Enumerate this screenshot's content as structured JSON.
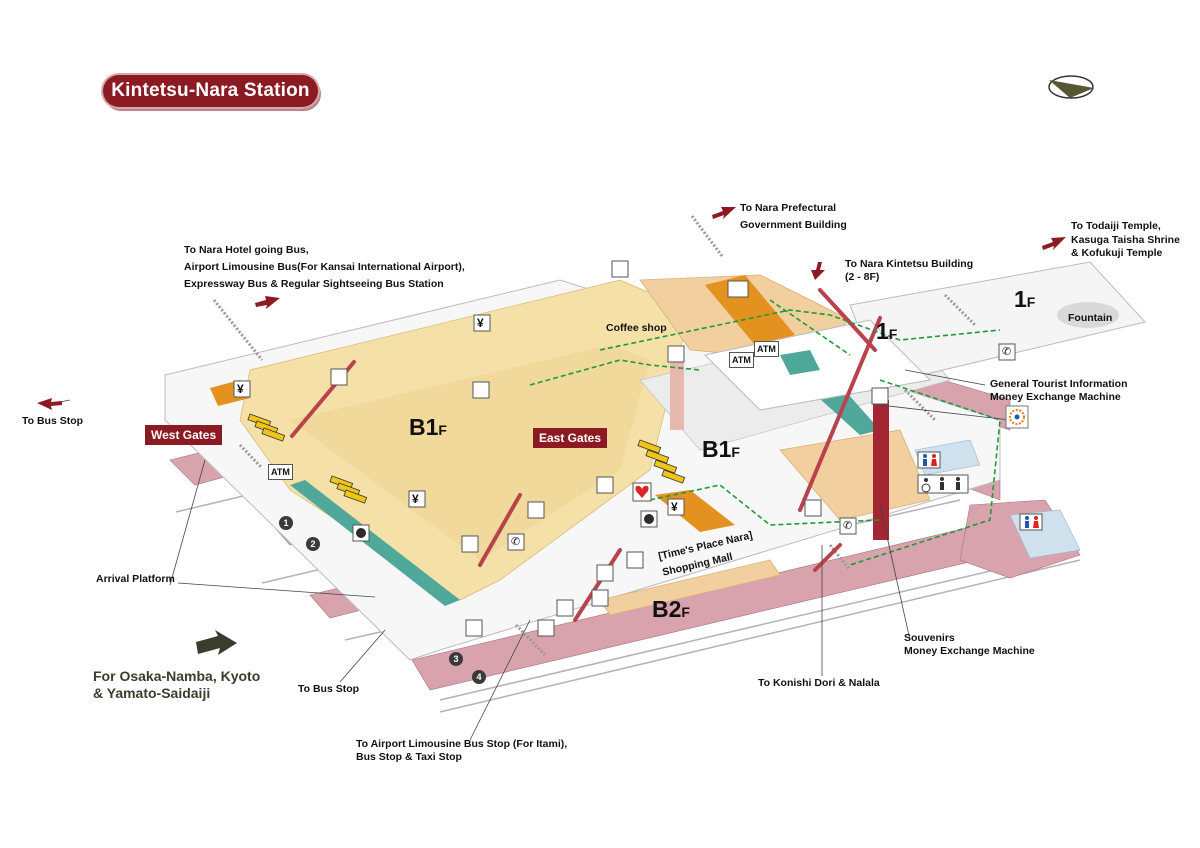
{
  "title": "Kintetsu-Nara Station",
  "floors": {
    "b1_west": {
      "main": "B1",
      "suffix": "F"
    },
    "b1_east": {
      "main": "B1",
      "suffix": "F"
    },
    "b2": {
      "main": "B2",
      "suffix": "F"
    },
    "f1_center": {
      "main": "1",
      "suffix": "F"
    },
    "f1_right": {
      "main": "1",
      "suffix": "F"
    }
  },
  "gates": {
    "west": "West Gates",
    "east": "East Gates"
  },
  "labels": {
    "to_bus_stop_left": "To Bus Stop",
    "nara_hotel_1": "To Nara Hotel going Bus,",
    "nara_hotel_2": "Airport Limousine Bus(For Kansai International Airport),",
    "nara_hotel_3": "Expressway Bus & Regular Sightseeing Bus Station",
    "pref_1": "To Nara Prefectural",
    "pref_2": "Government Building",
    "kintetsu_bldg_1": "To Nara Kintetsu Building",
    "kintetsu_bldg_2": "(2 - 8F)",
    "todaiji_1": "To Todaiji Temple,",
    "todaiji_2": "Kasuga Taisha Shrine",
    "todaiji_3": "& Kofukuji Temple",
    "fountain": "Fountain",
    "coffee_shop": "Coffee shop",
    "tourist_info_1": "General Tourist Information",
    "tourist_info_2": "Money Exchange Machine",
    "times_place_1": "[Time's Place Nara]",
    "times_place_2": "Shopping Mall",
    "arrival_platform": "Arrival Platform",
    "to_bus_stop_bottom": "To Bus Stop",
    "airport_limo_1": "To Airport Limousine Bus Stop (For Itami),",
    "airport_limo_2": "Bus Stop & Taxi Stop",
    "konishi": "To Konishi Dori & Nalala",
    "souvenirs_1": "Souvenirs",
    "souvenirs_2": "Money Exchange Machine"
  },
  "destination": {
    "line1": "For Osaka-Namba, Kyoto",
    "line2": "& Yamato-Saidaiji"
  },
  "platforms": [
    "1",
    "2",
    "3",
    "4"
  ],
  "icons": {
    "atm": "ATM",
    "yen": "¥",
    "phone": "✆"
  },
  "colors": {
    "brand": "#8c1a22",
    "floor_b1": "#f5e0a8",
    "floor_b1_shop": "#f2cf9e",
    "platform": "#d9a3ad",
    "track_teal": "#4fa89a",
    "route_green": "#1f9a3a",
    "escalator": "#b8434d"
  }
}
